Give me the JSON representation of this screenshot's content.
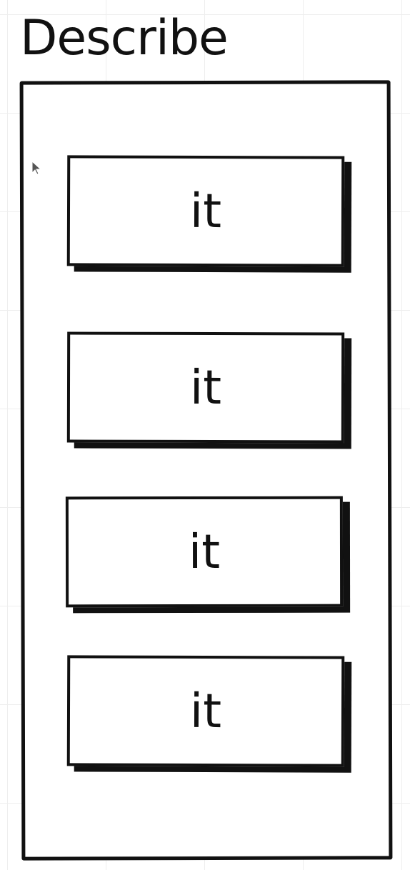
{
  "diagram": {
    "title": "Describe",
    "items": [
      {
        "label": "it"
      },
      {
        "label": "it"
      },
      {
        "label": "it"
      },
      {
        "label": "it"
      }
    ]
  }
}
